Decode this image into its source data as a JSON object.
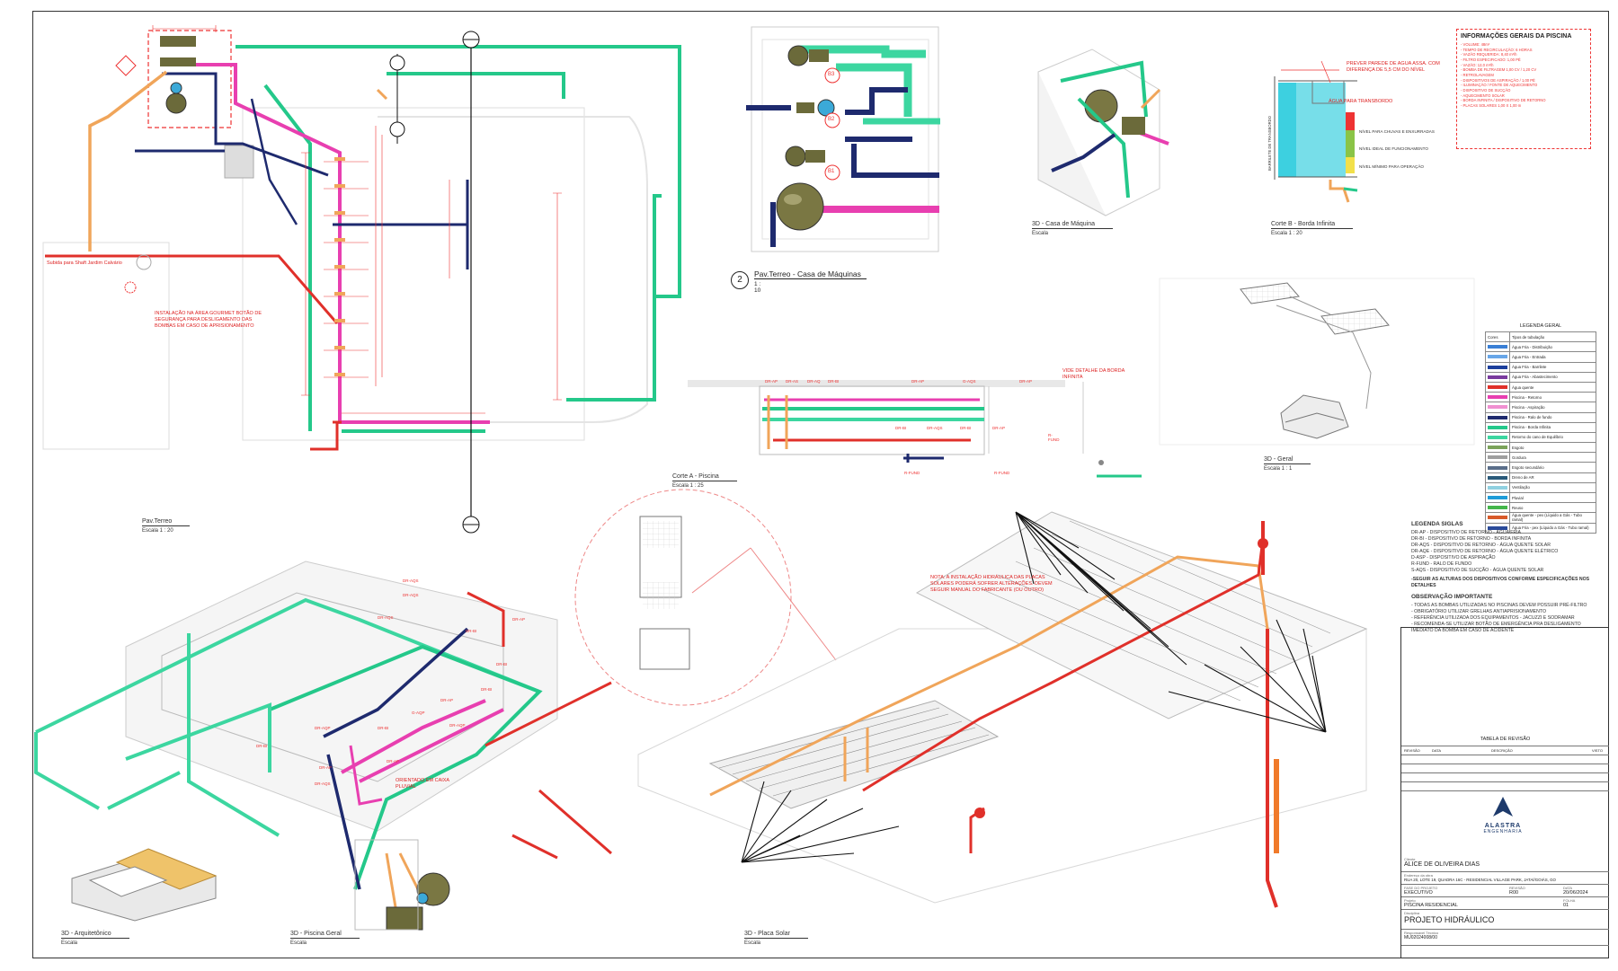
{
  "views": {
    "pav_terreo": {
      "title": "Pav.Terreo",
      "scale": "Escala    1 : 20"
    },
    "casa_maquinas": {
      "number": "2",
      "title": "Pav.Terreo - Casa de Máquinas",
      "scale": "1 : 10"
    },
    "casa_maquina_3d": {
      "title": "3D - Casa de Máquina",
      "scale": "Escala"
    },
    "corte_b": {
      "title": "Corte B - Borda Infinita",
      "scale": "Escala    1 : 20"
    },
    "corte_a": {
      "title": "Corte A - Piscina",
      "scale": "Escala    1 : 25"
    },
    "geral_3d": {
      "title": "3D - Geral",
      "scale": "Escala    1 : 1"
    },
    "arquitetonico_3d": {
      "title": "3D - Arquitetônico",
      "scale": "Escala"
    },
    "piscina_geral_3d": {
      "title": "3D - Piscina Geral",
      "scale": "Escala"
    },
    "placa_solar_3d": {
      "title": "3D - Placa Solar",
      "scale": "Escala"
    }
  },
  "notes": {
    "gourmet": "INSTALAÇÃO NA ÁREA GOURMET BOTÃO DE SEGURANÇA PARA DESLIGAMENTO DAS BOMBAS EM CASO DE APRISIONAMENTO",
    "subida": "Subida para Shaft Jardim Calvário",
    "nota_placas": "NOTA: A INSTALAÇÃO HIDRÁULICA DAS PLACAS SOLARES PODERÁ SOFRER ALTERAÇÕES. DEVEM SEGUIR MANUAL DO FABRICANTE (OU OUTRO)",
    "ver_detalhe": "VIDE DETALHE DA BORDA INFINITA",
    "prever_parede": "PREVER PAREDE DE AGUA ASSA. COM DIFERENÇA DE 5,5 CM DO NÍVEL",
    "agua_transbordo": "ÁGUA PARA TRANSBORDO",
    "nivel_chuvas": "NÍVEL PARA CHUVAS E ENXURRADAS",
    "nivel_ideal": "NÍVEL IDEAL DE FUNCIONAMENTO",
    "nivel_minimo": "NÍVEL MÍNIMO PARA OPERAÇÃO",
    "barrilete": "BARRILETE DE TRANSBORDO",
    "obeso": "ORIENTADO EM CAIXA PLUVIAL"
  },
  "pump_labels": [
    "B3",
    "B2",
    "B1"
  ],
  "corte_a_labels": [
    "DR-AP",
    "DR-AS",
    "DR-AQ",
    "DR-BI",
    "DR-AP",
    "G-AQS",
    "DR-AP",
    "DR-BI",
    "DR-AQS",
    "DR-BI",
    "DR-AP",
    "R-FUND",
    "R-FUND",
    "R-FUND"
  ],
  "piscina_labels": [
    "DR-AQS",
    "DR-AQS",
    "DR-BI",
    "DR-AP",
    "DR-BI",
    "DR-BI",
    "DR-AP",
    "G-AQP",
    "DR-AQP",
    "DR-BI",
    "DR-AQP",
    "DR-BI",
    "DR-AP",
    "DR-AP",
    "DR-AQS",
    "DR-AQS"
  ],
  "info_box": {
    "title": "INFORMAÇÕES GERAIS DA PISCINA",
    "lines": [
      "- VOLUME: 48m³",
      "- TEMPO DE RECIRCULAÇÃO: 6 HORAS",
      "- VAZÃO REQUERIDA: 8,40 m³/h",
      "- FILTRO ESPECIFICADO: 1,00 PÉ",
      "- VAZÃO: 12,0 m³/h",
      "- BOMBA DE FILTRAGEM 1,00 CV / 1,20 CV",
      "- RETROLAVAGEM",
      "- DISPOSITIVOS DE ASPIRAÇÃO / 1,00 PÉ",
      "- ILUMINAÇÃO / FONTE DE AQUECIMENTO",
      "- DISPOSITIVO DE SUCÇÃO",
      "- AQUECIMENTO SOLAR",
      "- BORDA INFINITA / DISPOSITIVO DE RETORNO",
      "- PLACAS SOLARES 1,00 X 1,00 m"
    ]
  },
  "legend": {
    "title": "LEGENDA GERAL",
    "header": [
      "Cores",
      "Tipos de tubulação"
    ],
    "items": [
      {
        "color": "#3a7fd5",
        "label": "Água Fria - Distribuição"
      },
      {
        "color": "#68a6e8",
        "label": "Água Fria - Entrada"
      },
      {
        "color": "#1c3f9c",
        "label": "Água Fria - Barrilete"
      },
      {
        "color": "#7a3a9e",
        "label": "Água Fria - Abastecimento"
      },
      {
        "color": "#e0302a",
        "label": "Água quente"
      },
      {
        "color": "#e83fb0",
        "label": "Piscina - Retorno"
      },
      {
        "color": "#f08fd0",
        "label": "Piscina - Aspiração"
      },
      {
        "color": "#1e2a6e",
        "label": "Piscina - Ralo de fundo"
      },
      {
        "color": "#24c88a",
        "label": "Piscina - Borda Infinita"
      },
      {
        "color": "#3cd6a0",
        "label": "Retorno do cano de Equilíbrio"
      },
      {
        "color": "#7ba35a",
        "label": "Esgoto"
      },
      {
        "color": "#9e9e9e",
        "label": "Gordura"
      },
      {
        "color": "#5a6e8a",
        "label": "Esgoto secundário"
      },
      {
        "color": "#2a5a7a",
        "label": "Dreno de AR"
      },
      {
        "color": "#8fd0e0",
        "label": "Ventilação"
      },
      {
        "color": "#1f9cd8",
        "label": "Pluvial"
      },
      {
        "color": "#44b64a",
        "label": "Reuso"
      },
      {
        "color": "#d85a2a",
        "label": "Água quente - pex (Líquido a Gás - Tubo ramal)"
      },
      {
        "color": "#2a4a9a",
        "label": "Água Fria - pex (Líquido a Gás - Tubo ramal)"
      }
    ]
  },
  "siglas": {
    "title": "LEGENDA SIGLAS",
    "lines": [
      "DR-AP - DISPOSITIVO DE RETORNO - ÁGUA FRIA",
      "DR-BI - DISPOSITIVO DE RETORNO - BORDA INFINITA",
      "DR-AQS - DISPOSITIVO DE RETORNO - ÁGUA QUENTE SOLAR",
      "DR-AQE - DISPOSITIVO DE RETORNO - ÁGUA QUENTE ELÉTRICO",
      "D-ASP - DISPOSITIVO DE ASPIRAÇÃO",
      "R-FUND - RALO DE FUNDO",
      "S-AQS - DISPOSITIVO DE SUCÇÃO - ÁGUA QUENTE SOLAR"
    ],
    "note": "-SEGUIR AS ALTURAS DOS DISPOSITIVOS CONFORME ESPECIFICAÇÕES NOS DETALHES",
    "obs_title": "OBSERVAÇÃO IMPORTANTE",
    "obs_lines": [
      "- TODAS AS BOMBAS UTILIZADAS NO PISCINAS DEVEM POSSUIR PRÉ-FILTRO",
      "- OBRIGATÓRIO UTILIZAR GRELHAS ANTIAPRISIONAMENTO",
      "- REFERÊNCIA UTILIZADA DOS EQUIPAMENTOS - JACUZZI E SODRAMAR",
      "- RECOMENDA-SE UTILIZAR BOTÃO DE EMERGÊNCIA PRA DESLIGAMENTO IMEDIATO DA BOMBA EM CASO DE ACIDENTE"
    ]
  },
  "title_block": {
    "revision_title": "TABELA DE REVISÃO",
    "revision_cols": [
      "REVISÃO",
      "DATA",
      "DESCRIÇÃO",
      "VISTO"
    ],
    "company": "ALASTRA",
    "company_sub": "ENGENHARIA",
    "client_label": "Cliente",
    "client": "ALICE DE OLIVEIRA DIAS",
    "address_label": "Endereço da obra",
    "address": "RUA 20, LOTE 19, QUADRA 16C - RESIDENCIAL VILLAGE PARK, JATAÍ/GOIÁS, GO",
    "phase_label": "FASE DO PROJETO",
    "phase": "EXECUTIVO",
    "revision_label": "REVISÃO",
    "revision": "R00",
    "date_label": "DATA",
    "date": "20/06/2024",
    "project_label": "Projeto",
    "project": "PISCINA RESIDENCIAL",
    "folha_label": "FOLHA",
    "folha": "01",
    "discipline_label": "Disciplina",
    "discipline": "PROJETO HIDRÁULICO",
    "resp_label": "Responsável Técnico",
    "code": "MU02024008/00"
  }
}
